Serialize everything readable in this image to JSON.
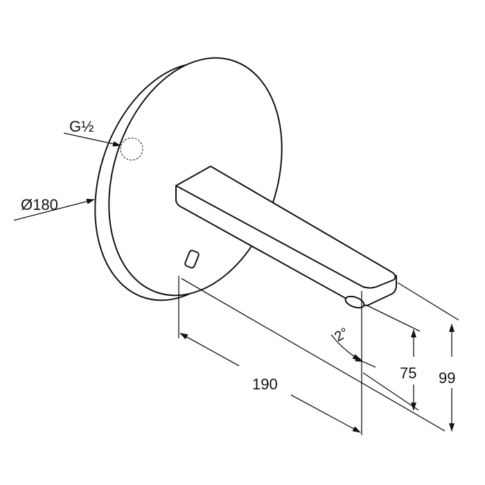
{
  "labels": {
    "thread": "G½",
    "diameter": "Ø180",
    "projection": "190",
    "angle": "2°",
    "outlet_height": "75",
    "total_height": "99"
  },
  "colors": {
    "line": "#111111",
    "background": "#ffffff"
  }
}
